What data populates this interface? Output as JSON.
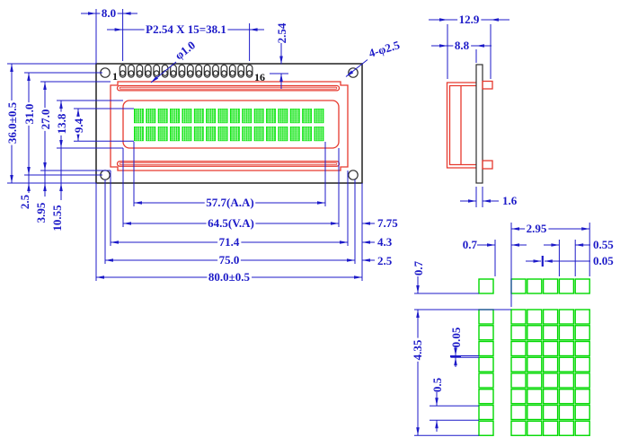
{
  "drawing": {
    "type": "LCD module dimensional drawing",
    "colors": {
      "dimension_blue": "#1c1ac8",
      "outline_red": "#e6392e",
      "pixel_green": "#00e405",
      "pcb_dark": "#2e2e2e"
    },
    "front": {
      "pin_first": "1",
      "pin_last": "16",
      "pin_count": 16,
      "chars_per_row": 16,
      "char_rows": 2,
      "dim_pin_offset": "8.0",
      "dim_pin_pitch": "P2.54 X 15=38.1",
      "dim_pin_row": "2.54",
      "dim_pin_hole": "φ1.0",
      "dim_mount_holes": "4-φ2.5",
      "dim_height_total": "36.0±0.5",
      "dim_height_holes": "31.0",
      "dim_height_bezel": "27.0",
      "dim_height_va": "13.8",
      "dim_height_aa": "9.4",
      "dim_bottom_hole": "2.5",
      "dim_bottom_bezel": "3.95",
      "dim_bottom_va": "10.55",
      "dim_width_aa": "57.7(A.A)",
      "dim_width_va": "64.5(V.A)",
      "dim_width_bezel": "71.4",
      "dim_width_holes": "75.0",
      "dim_width_total": "80.0±0.5",
      "dim_right_va": "7.75",
      "dim_right_bezel": "4.3",
      "dim_right_hole": "2.5"
    },
    "side": {
      "dim_width": "12.9",
      "dim_frame": "8.8",
      "dim_pcb_thickness": "1.6"
    },
    "detail": {
      "dot_cols": 5,
      "dot_rows": 8,
      "dim_char_width": "2.95",
      "dim_char_gap": "0.7",
      "dim_dot_pitch": "0.55",
      "dim_dot_gap": "0.05",
      "dim_row_gap": "0.7",
      "dim_char_height": "4.35",
      "dim_dot_row_gap": "0.05",
      "dim_dot_size": "0.5"
    }
  }
}
